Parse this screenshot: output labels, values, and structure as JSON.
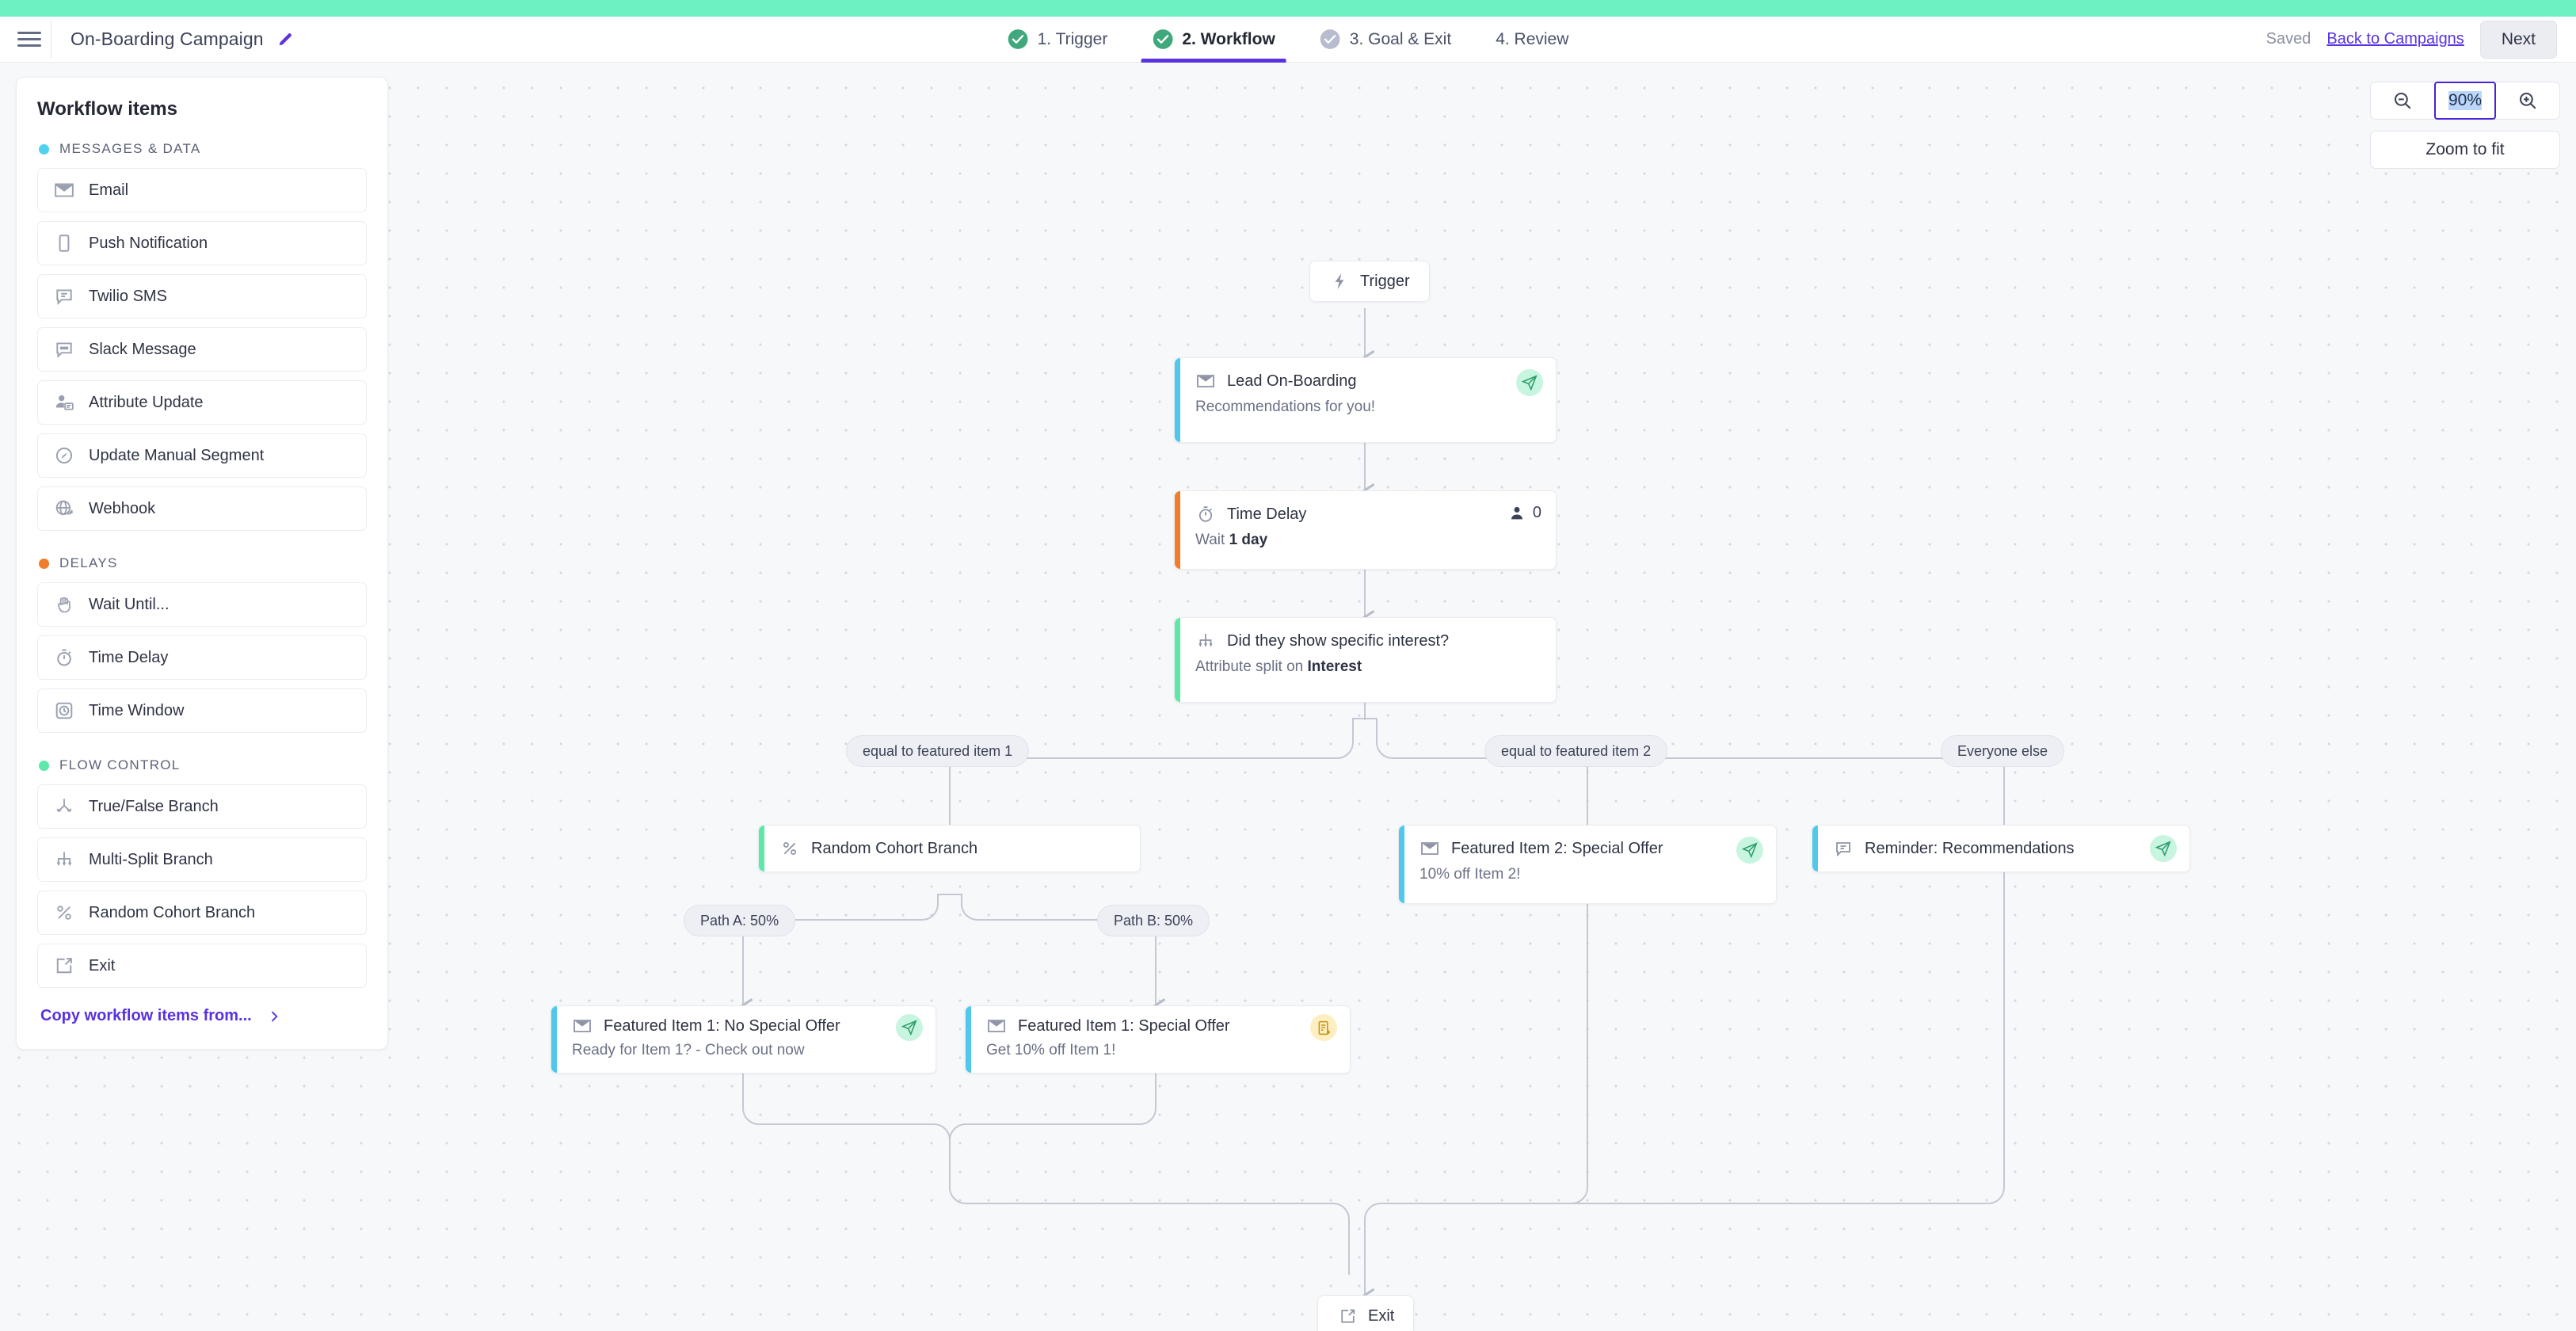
{
  "topbar": {
    "accent_color": "#6DF0C2"
  },
  "header": {
    "menu_icon": "hamburger-icon",
    "campaign_name": "On-Boarding Campaign",
    "edit_icon": "pencil-icon",
    "steps": [
      {
        "label": "1. Trigger",
        "state": "complete"
      },
      {
        "label": "2. Workflow",
        "state": "active"
      },
      {
        "label": "3. Goal & Exit",
        "state": "pending"
      },
      {
        "label": "4. Review",
        "state": "none"
      }
    ],
    "saved_label": "Saved",
    "back_link": "Back to Campaigns",
    "next_label": "Next"
  },
  "sidebar": {
    "title": "Workflow items",
    "groups": [
      {
        "label": "MESSAGES & DATA",
        "dot_color": "#4FD2F0",
        "items": [
          {
            "label": "Email",
            "icon": "envelope-icon"
          },
          {
            "label": "Push Notification",
            "icon": "mobile-icon"
          },
          {
            "label": "Twilio SMS",
            "icon": "sms-bubble-icon"
          },
          {
            "label": "Slack Message",
            "icon": "chat-bubble-icon"
          },
          {
            "label": "Attribute Update",
            "icon": "user-card-icon"
          },
          {
            "label": "Update Manual Segment",
            "icon": "segment-icon"
          },
          {
            "label": "Webhook",
            "icon": "globe-sync-icon"
          }
        ]
      },
      {
        "label": "DELAYS",
        "dot_color": "#F07D2A",
        "items": [
          {
            "label": "Wait Until...",
            "icon": "hand-icon"
          },
          {
            "label": "Time Delay",
            "icon": "stopwatch-icon"
          },
          {
            "label": "Time Window",
            "icon": "clock-square-icon"
          }
        ]
      },
      {
        "label": "FLOW CONTROL",
        "dot_color": "#5EE8A8",
        "items": [
          {
            "label": "True/False Branch",
            "icon": "two-way-split-icon"
          },
          {
            "label": "Multi-Split Branch",
            "icon": "multi-split-icon"
          },
          {
            "label": "Random Cohort Branch",
            "icon": "percent-icon"
          },
          {
            "label": "Exit",
            "icon": "exit-arrow-icon"
          }
        ]
      }
    ],
    "copy_link": "Copy workflow items from...",
    "copy_chevron": "chevron-right-icon"
  },
  "zoom": {
    "zoom_out_icon": "zoom-out-icon",
    "zoom_in_icon": "zoom-in-icon",
    "level": "90%",
    "fit_label": "Zoom to fit"
  },
  "canvas": {
    "nodes": {
      "trigger": {
        "title": "Trigger",
        "icon": "lightning-icon"
      },
      "lead_onboarding": {
        "title": "Lead On-Boarding",
        "subtitle": "Recommendations for you!",
        "icon": "envelope-icon",
        "accent": "#4FC8EC",
        "badge": "sent"
      },
      "time_delay": {
        "title": "Time Delay",
        "subtitle_prefix": "Wait ",
        "subtitle_bold": "1 day",
        "icon": "stopwatch-icon",
        "accent": "#F07D2A",
        "people_icon": "person-icon",
        "people_count": "0"
      },
      "attribute_split": {
        "title": "Did they show specific interest?",
        "subtitle_prefix": "Attribute split on ",
        "subtitle_bold": "Interest",
        "icon": "multi-split-icon",
        "accent": "#5EE8A8"
      },
      "random_cohort": {
        "title": "Random Cohort Branch",
        "icon": "percent-icon",
        "accent": "#5EE8A8"
      },
      "featured2": {
        "title": "Featured Item 2: Special Offer",
        "subtitle": "10% off Item 2!",
        "icon": "envelope-icon",
        "accent": "#4FC8EC",
        "badge": "sent"
      },
      "reminder": {
        "title": "Reminder: Recommendations",
        "icon": "sms-bubble-icon",
        "accent": "#4FC8EC",
        "badge": "sent"
      },
      "featured1_no_offer": {
        "title": "Featured Item 1: No Special Offer",
        "subtitle": "Ready for Item 1? - Check out now",
        "icon": "envelope-icon",
        "accent": "#4FC8EC",
        "badge": "sent"
      },
      "featured1_offer": {
        "title": "Featured Item 1: Special Offer",
        "subtitle": "Get 10% off Item 1!",
        "icon": "envelope-icon",
        "accent": "#4FC8EC",
        "badge": "draft"
      },
      "exit": {
        "title": "Exit",
        "icon": "exit-arrow-icon"
      }
    },
    "branch_labels": {
      "featured_item_1": "equal to featured item 1",
      "featured_item_2": "equal to featured item 2",
      "everyone_else": "Everyone else",
      "path_a": "Path A: 50%",
      "path_b": "Path B: 50%"
    }
  }
}
